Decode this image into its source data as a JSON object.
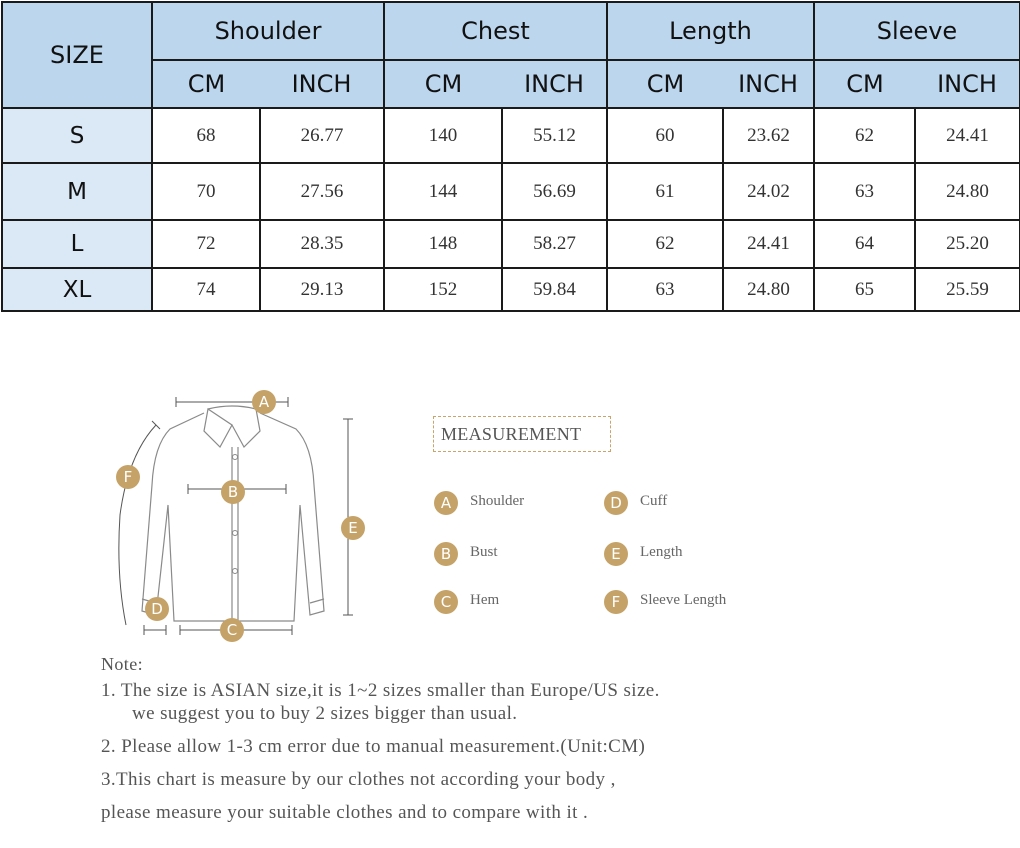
{
  "table": {
    "size_header": "SIZE",
    "groups": [
      "Shoulder",
      "Chest",
      "Length",
      "Sleeve"
    ],
    "unit_cm": "CM",
    "unit_inch": "INCH",
    "rows": [
      {
        "size": "S",
        "values": [
          "68",
          "26.77",
          "140",
          "55.12",
          "60",
          "23.62",
          "62",
          "24.41"
        ]
      },
      {
        "size": "M",
        "values": [
          "70",
          "27.56",
          "144",
          "56.69",
          "61",
          "24.02",
          "63",
          "24.80"
        ]
      },
      {
        "size": "L",
        "values": [
          "72",
          "28.35",
          "148",
          "58.27",
          "62",
          "24.41",
          "64",
          "25.20"
        ]
      },
      {
        "size": "XL",
        "values": [
          "74",
          "29.13",
          "152",
          "59.84",
          "63",
          "24.80",
          "65",
          "25.59"
        ]
      }
    ]
  },
  "diagram": {
    "badges": {
      "A": "A",
      "B": "B",
      "C": "C",
      "D": "D",
      "E": "E",
      "F": "F"
    }
  },
  "measurement": {
    "title": "MEASUREMENT",
    "items": [
      {
        "letter": "A",
        "label": "Shoulder"
      },
      {
        "letter": "B",
        "label": "Bust"
      },
      {
        "letter": "C",
        "label": "Hem"
      },
      {
        "letter": "D",
        "label": "Cuff"
      },
      {
        "letter": "E",
        "label": "Length"
      },
      {
        "letter": "F",
        "label": "Sleeve Length"
      }
    ]
  },
  "notes": {
    "heading": "Note:",
    "line1": "1.  The size is ASIAN size,it is 1~2 sizes smaller than Europe/US size.",
    "line1b": "we suggest you to buy 2 sizes bigger than usual.",
    "line2": "2.  Please allow 1-3 cm error due to manual measurement.(Unit:CM)",
    "line3": "3.This chart is measure by our clothes not according your body ,",
    "line4": "please measure your suitable clothes and to compare with it ."
  },
  "colors": {
    "header_bg": "#bcd6ee",
    "size_col_bg": "#dbe9f6",
    "badge": "#c5a268"
  }
}
